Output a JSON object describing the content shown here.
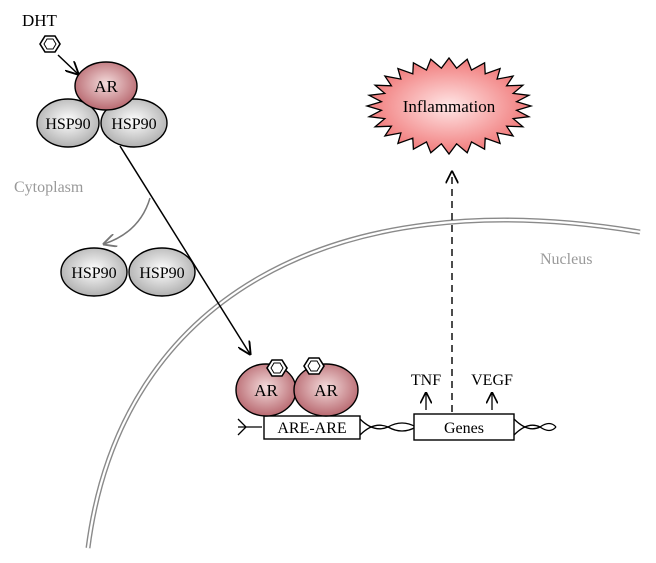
{
  "labels": {
    "dht": "DHT",
    "ar_cytoplasm": "AR",
    "hsp90_left": "HSP90",
    "hsp90_right": "HSP90",
    "cytoplasm": "Cytoplasm",
    "hsp90_free_left": "HSP90",
    "hsp90_free_right": "HSP90",
    "nucleus": "Nucleus",
    "inflammation": "Inflammation",
    "ar_nuclear_left": "AR",
    "ar_nuclear_right": "AR",
    "are": "ARE-ARE",
    "genes": "Genes",
    "tnf": "TNF",
    "vegf": "VEGF"
  },
  "colors": {
    "ar_fill": "#b86b72",
    "hsp_fill": "#c8c8c8",
    "inflammation_fill": "#f07f7f",
    "compartment_text": "#999999",
    "line": "#000000"
  }
}
